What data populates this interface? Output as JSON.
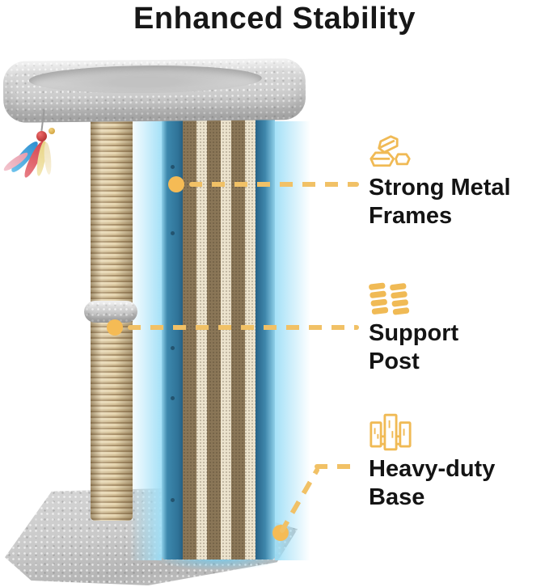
{
  "title": "Enhanced Stability",
  "colors": {
    "accent_gold": "#F0BA55",
    "leader_dash": "#F1C166",
    "leader_dot": "#F5BB55",
    "highlight_blue": "#35799E",
    "glow_blue": "#A0DFF7",
    "label_text": "#141414",
    "plush_gray": "#CCCCCC",
    "sisal_tan": "#D2BD92",
    "stripe_brown": "#8A7657",
    "stripe_cream": "#ECE3CD"
  },
  "callouts": [
    {
      "icon": "gold-ingots-icon",
      "line1": "Strong Metal",
      "line2": "Frames"
    },
    {
      "icon": "spring-stack-icon",
      "line1": "Support",
      "line2": "Post"
    },
    {
      "icon": "wood-planks-icon",
      "line1": "Heavy-duty",
      "line2": "Base"
    }
  ],
  "product": {
    "parts": [
      "top-perch",
      "feather-toy",
      "sisal-post",
      "plush-ring",
      "scratching-board",
      "metal-frame-highlight",
      "base-platform"
    ]
  }
}
